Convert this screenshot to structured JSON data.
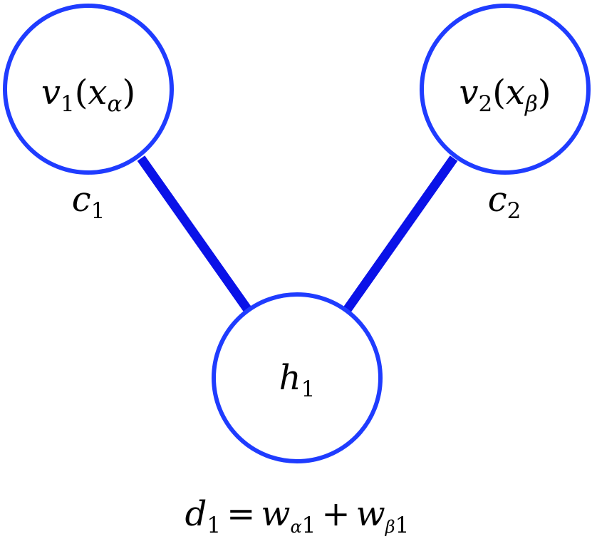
{
  "colors": {
    "node_stroke": "#1f3cff",
    "edge": "#0a12e8",
    "text": "#000000",
    "background": "#ffffff"
  },
  "nodes": {
    "v1": {
      "var": "v",
      "index": "1",
      "arg_var": "x",
      "arg_sub": "α"
    },
    "v2": {
      "var": "v",
      "index": "2",
      "arg_var": "x",
      "arg_sub": "β"
    },
    "h1": {
      "var": "h",
      "index": "1"
    }
  },
  "biases": {
    "c1": {
      "var": "c",
      "index": "1"
    },
    "c2": {
      "var": "c",
      "index": "2"
    }
  },
  "equation": {
    "lhs_var": "d",
    "lhs_index": "1",
    "equals": "=",
    "term1_var": "w",
    "term1_sub": "α",
    "term1_index": "1",
    "plus": "+",
    "term2_var": "w",
    "term2_sub": "β",
    "term2_index": "1"
  }
}
